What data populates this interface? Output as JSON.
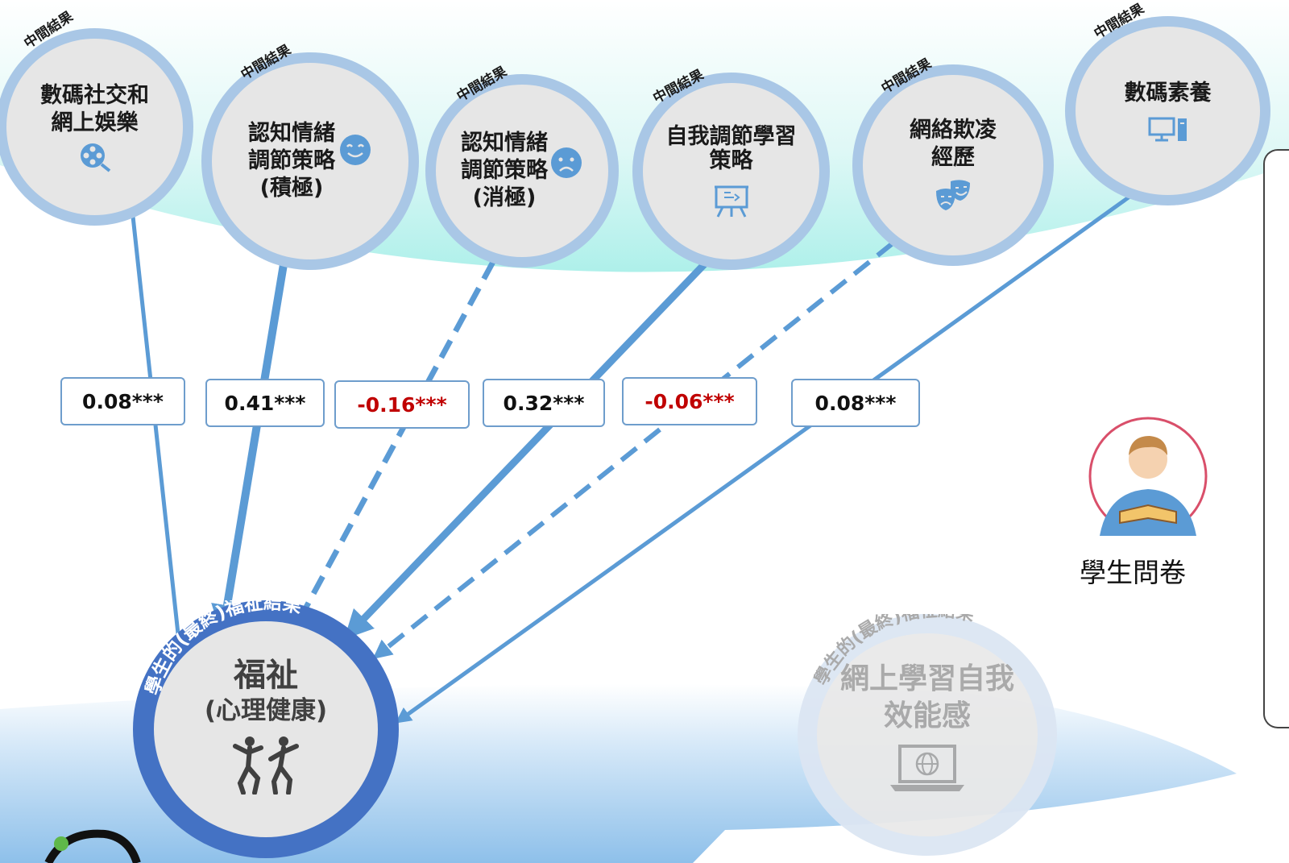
{
  "intermediate_tag": "中間結果",
  "final_tag": "學生的(最終)福祉結果",
  "nodes": [
    {
      "label": "數碼社交和\n網上娛樂",
      "icon": "film-reel-search-icon"
    },
    {
      "label": "認知情緒\n調節策略\n(積極)",
      "icon": "smiling-face-icon"
    },
    {
      "label": "認知情緒\n調節策略\n(消極)",
      "icon": "sad-face-icon"
    },
    {
      "label": "自我調節學習\n策略",
      "icon": "presentation-board-icon"
    },
    {
      "label": "網絡欺凌\n經歷",
      "icon": "theatre-masks-icon"
    },
    {
      "label": "數碼素養",
      "icon": "computer-icon"
    }
  ],
  "coefficients": [
    {
      "value": "0.08***",
      "line": "solid",
      "negative": false
    },
    {
      "value": "0.41***",
      "line": "solid",
      "negative": false
    },
    {
      "value": "-0.16***",
      "line": "dashed",
      "negative": true
    },
    {
      "value": "0.32***",
      "line": "solid",
      "negative": false
    },
    {
      "value": "-0.06***",
      "line": "dashed",
      "negative": true
    },
    {
      "value": "0.08***",
      "line": "solid",
      "negative": false
    }
  ],
  "outcome_main": {
    "title": "福祉",
    "subtitle": "(心理健康)",
    "icon": "running-people-icon"
  },
  "outcome_faded": {
    "title": "網上學習自我\n效能感",
    "icon": "laptop-globe-icon"
  },
  "questionnaire": {
    "label": "學生問卷",
    "icon": "student-reading-icon"
  },
  "colors": {
    "arrow": "#5b9bd5",
    "negative": "#c00000",
    "outcome_ring": "#4472c4",
    "node_ring": "#a9c7e6"
  }
}
